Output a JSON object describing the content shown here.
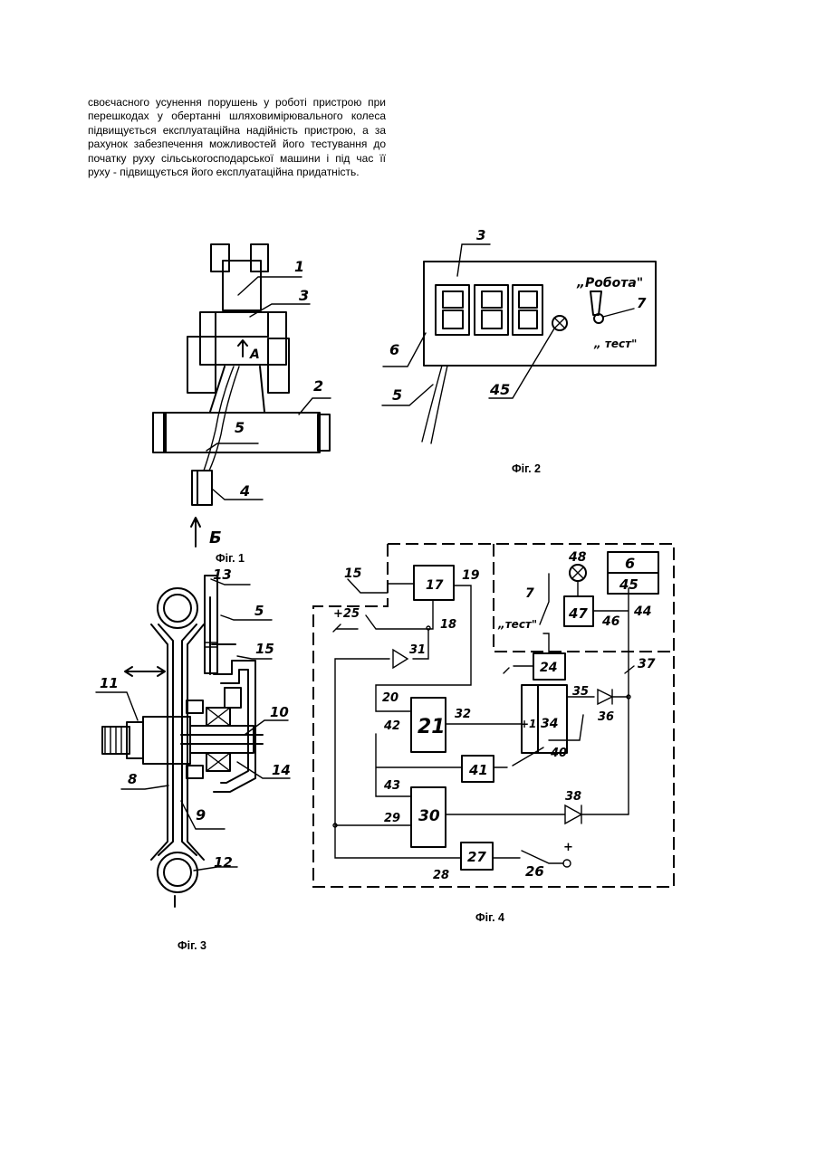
{
  "paragraph": "своєчасного усунення порушень у роботі пристрою при перешкодах у обертанні шляховимірювального колеса підвищується експлуатаційна надійність пристрою, а за рахунок забезпечення можливостей його тестування до початку руху сільськогосподарської машини і під час її руху - підвищується його експлуатаційна придатність.",
  "figures": {
    "fig1": {
      "caption": "Фіг. 1",
      "labels": {
        "l1": "1",
        "l2": "2",
        "l3": "3",
        "l4": "4",
        "l5": "5",
        "lA": "А",
        "lB": "Б"
      }
    },
    "fig2": {
      "caption": "Фіг. 2",
      "labels": {
        "l3": "3",
        "l6": "6",
        "l5": "5",
        "l45": "45",
        "l7": "7",
        "robota": "„Робота\"",
        "test": "„ тест\""
      }
    },
    "fig3": {
      "caption": "Фіг. 3",
      "labels": {
        "l13": "13",
        "l5": "5",
        "l15": "15",
        "l11": "11",
        "l10": "10",
        "l14": "14",
        "l8": "8",
        "l9": "9",
        "l12": "12"
      }
    },
    "fig4": {
      "caption": "Фіг. 4",
      "labels": {
        "l15": "15",
        "l17": "17",
        "l19": "19",
        "l48": "48",
        "l6": "6",
        "l45": "45",
        "l7": "7",
        "l25": "+25",
        "l18": "18",
        "test": "„тест\"",
        "l47": "47",
        "l46": "46",
        "l44": "44",
        "l31": "31",
        "l24": "24",
        "l37": "37",
        "l20": "20",
        "l21": "21",
        "l32": "32",
        "l35": "35",
        "l42": "42",
        "lplus1": "+1",
        "l34": "34",
        "l36": "36",
        "l41": "41",
        "l40": "40",
        "l43": "43",
        "l38": "38",
        "l29": "29",
        "l30": "30",
        "l28": "28",
        "l27": "27",
        "l26": "26",
        "lplus": "+"
      }
    }
  }
}
